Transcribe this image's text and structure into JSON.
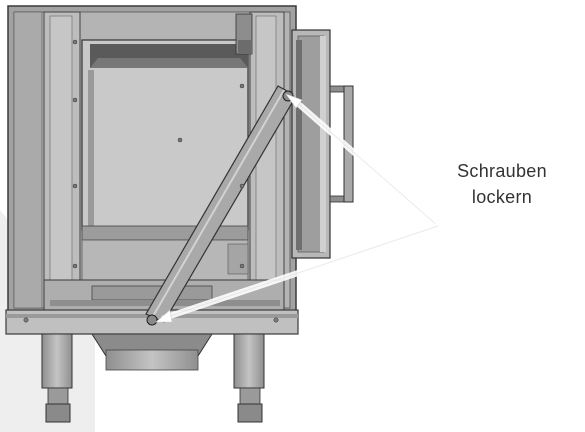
{
  "figure": {
    "subject": "stove-body-side-view"
  },
  "callout": {
    "line1": "Schrauben",
    "line2": "lockern"
  },
  "colors": {
    "metal_light": "#b9b9b9",
    "metal_mid": "#9c9c9c",
    "metal_dark": "#6d6d6d",
    "outline": "#3a3a3a",
    "arrow": "#ffffff",
    "text": "#333333"
  }
}
